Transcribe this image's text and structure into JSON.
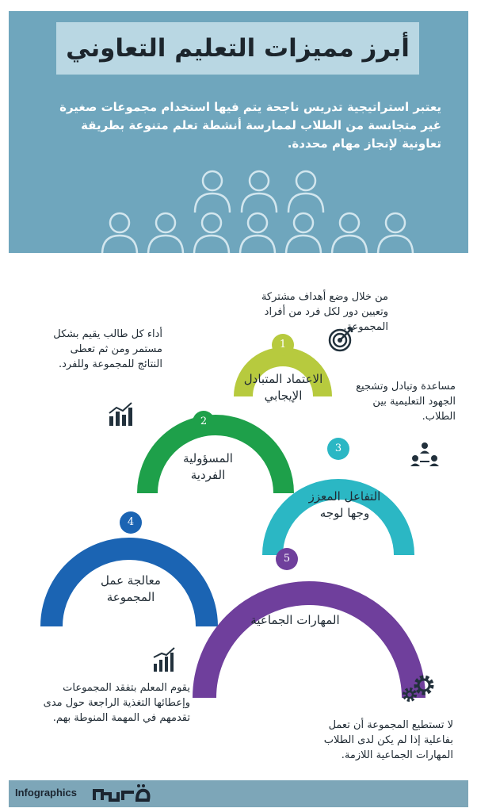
{
  "header": {
    "title": "أبرز مميزات التعليم التعاوني",
    "intro": "يعتبر استراتيجية تدريس ناجحة يتم فيها استخدام مجموعات صغيرة غير متجانسة من الطلاب لممارسة أنشطة تعلم متنوعة بطريقة تعاونية لإنجاز مهام محددة."
  },
  "features": [
    {
      "number": "1",
      "title": "الاعتماد المتبادل الإيجابي",
      "description": "من خلال وضع أهداف مشتركة وتعيين دور لكل فرد من أفراد المجموعة.",
      "icon": "target-icon",
      "color": "#b7ca3e"
    },
    {
      "number": "2",
      "title": "المسؤولية الفردية",
      "description": "أداء كل طالب يقيم بشكل مستمر ومن ثم تعطى النتائج للمجموعة وللفرد.",
      "icon": "chart-icon",
      "color": "#1ea04a"
    },
    {
      "number": "3",
      "title": "التفاعل المعزز وجها لوجه",
      "description": "مساعدة وتبادل وتشجيع الجهود التعليمية بين الطلاب.",
      "icon": "network-icon",
      "color": "#2bb7c4"
    },
    {
      "number": "4",
      "title": "معالجة عمل المجموعة",
      "description": "يقوم المعلم بتفقد المجموعات وإعطائها التغذية الراجعة حول مدى تقدمهم في المهمة المنوطة بهم.",
      "icon": "growth-chart-icon",
      "color": "#1b64b3"
    },
    {
      "number": "5",
      "title": "المهارات الجماعية",
      "description": "لا تستطيع المجموعة أن تعمل بفاعلية إذا لم يكن لدى الطلاب المهارات الجماعية اللازمة.",
      "icon": "gears-icon",
      "color": "#6f3f9c"
    }
  ],
  "footer": {
    "label": "Infographics"
  }
}
